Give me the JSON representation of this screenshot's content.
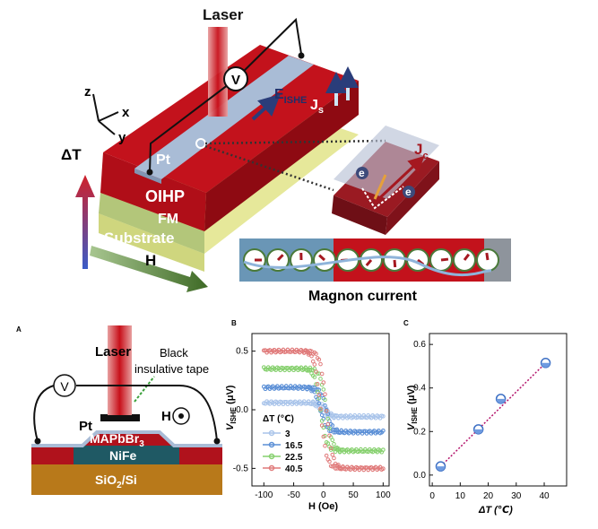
{
  "schematic": {
    "laser_label": "Laser",
    "voltmeter_label": "V",
    "axes": {
      "z": "z",
      "x": "x",
      "y": "y"
    },
    "delta_t": "ΔT",
    "field": "H",
    "pt_label": "Pt",
    "layers": [
      "OIHP",
      "FM",
      "Substrate"
    ],
    "e_ishe": "E",
    "e_ishe_sub": "ISHE",
    "js": "J",
    "js_sub": "s",
    "jc": "J",
    "jc_sub": "c",
    "electron": "e",
    "magnon_current": "Magnon current"
  },
  "panel_a": {
    "letter": "A",
    "laser_label": "Laser",
    "tape_label_1": "Black",
    "tape_label_2": "insulative tape",
    "voltmeter_label": "V",
    "pt_label": "Pt",
    "field_label": "H",
    "layer_mapbbr": "MAPbBr",
    "layer_mapbbr_sub": "3",
    "layer_nife": "NiFe",
    "layer_sio2": "SiO",
    "layer_sio2_sub": "2",
    "layer_si": "/Si"
  },
  "panel_b": {
    "letter": "B",
    "legend_title": "ΔT (℃)",
    "chart_data": {
      "type": "scatter",
      "xlabel": "H (Oe)",
      "ylabel": "V_ISHE (μV)",
      "xlim": [
        -120,
        110
      ],
      "ylim": [
        -0.65,
        0.65
      ],
      "xticks": [
        "-100",
        "-50",
        "0",
        "50",
        "100"
      ],
      "yticks": [
        "0.5",
        "0.0",
        "-0.5"
      ],
      "series": [
        {
          "name": "3",
          "color": "#a9c4ea",
          "saturation": 0.06,
          "coercive": 5
        },
        {
          "name": "16.5",
          "color": "#5b8fd6",
          "saturation": 0.19,
          "coercive": 5
        },
        {
          "name": "22.5",
          "color": "#86d06e",
          "saturation": 0.35,
          "coercive": 5
        },
        {
          "name": "40.5",
          "color": "#e07a7a",
          "saturation": 0.5,
          "coercive": 5
        }
      ]
    },
    "tick_labels": {
      "x": [
        "-100",
        "-50",
        "0",
        "50",
        "100"
      ],
      "y": [
        "0.5",
        "0.0",
        "-0.5"
      ]
    },
    "xlabel": "H (Oe)",
    "ylabel_main": "V",
    "ylabel_sub": "ISHE",
    "ylabel_unit": " (μV)"
  },
  "panel_c": {
    "letter": "C",
    "chart_data": {
      "type": "scatter",
      "xlabel": "ΔT (℃)",
      "ylabel": "V_ISHE (μV)",
      "x": [
        3,
        16.5,
        24.5,
        40.5
      ],
      "y": [
        0.04,
        0.21,
        0.35,
        0.515
      ],
      "xlim": [
        -1,
        48
      ],
      "ylim": [
        -0.05,
        0.65
      ],
      "xticks": [
        "0",
        "10",
        "20",
        "30",
        "40"
      ],
      "yticks": [
        "0.0",
        "0.2",
        "0.4",
        "0.6"
      ]
    },
    "xlabel": "ΔT (℃)",
    "ylabel_main": "V",
    "ylabel_sub": "ISHE",
    "ylabel_unit": " (μV)"
  }
}
